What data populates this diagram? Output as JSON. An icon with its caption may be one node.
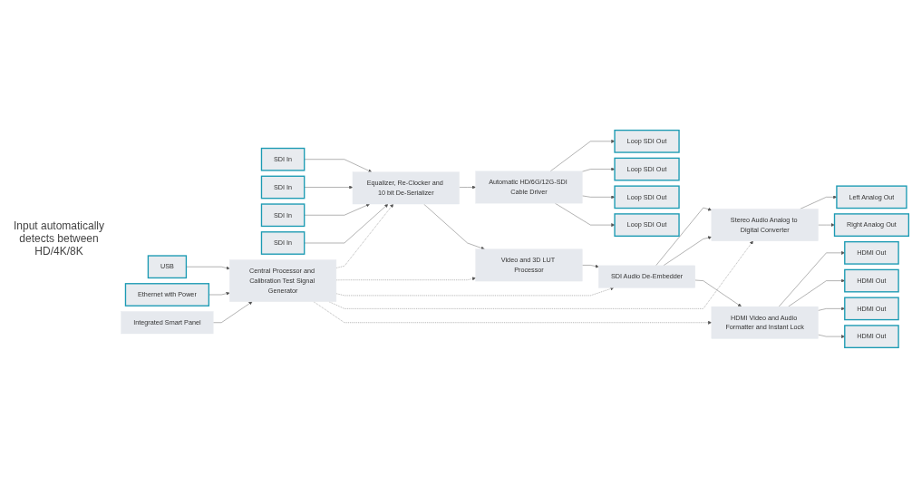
{
  "diagram": {
    "nodes": [
      {
        "text": [
          "SDI In"
        ]
      },
      {
        "text": [
          "SDI In"
        ]
      },
      {
        "text": [
          "SDI In"
        ]
      },
      {
        "text": [
          "SDI In"
        ]
      },
      {
        "text": [
          "Equalizer, Re-Clocker and 10 bit De-Serializer"
        ]
      },
      {
        "text": [
          "USB"
        ]
      },
      {
        "text": [
          "Ethernet with Power"
        ]
      },
      {
        "text": [
          "Central Processor and Calibration Test Signal Generator"
        ]
      },
      {
        "text": [
          "Integrated Smart Panel"
        ]
      },
      {
        "text": [
          "Video and 3D LUT Processor"
        ]
      },
      {
        "text": [
          "SDI Audio De-Embedder"
        ]
      },
      {
        "text": [
          "Automatic HD/6G/12G-SDI Cable Driver"
        ]
      },
      {
        "text": [
          "Stereo Audio Analog to Digital Converter"
        ]
      },
      {
        "text": [
          "HDMI Video and Audio Formatter and Instant Lock"
        ]
      },
      {
        "text": [
          "Loop SDI Out"
        ]
      },
      {
        "text": [
          "Loop SDI Out"
        ]
      },
      {
        "text": [
          "Loop SDI Out"
        ]
      },
      {
        "text": [
          "Loop SDI Out"
        ]
      },
      {
        "text": [
          "Left Analog Out"
        ]
      },
      {
        "text": [
          "Right Analog Out"
        ]
      },
      {
        "text": [
          "HDMI Out"
        ]
      },
      {
        "text": [
          "HDMI Out"
        ]
      },
      {
        "text": [
          "HDMI Out"
        ]
      },
      {
        "text": [
          "HDMI Out"
        ]
      }
    ],
    "edges": [
      {
        "from": 0,
        "to": 4,
        "arrow": "to"
      },
      {
        "from": 1,
        "to": 4,
        "arrow": "to"
      },
      {
        "from": 2,
        "to": 4,
        "arrow": "to"
      },
      {
        "from": 3,
        "to": 4,
        "arrow": "to"
      },
      {
        "from": 4,
        "to": 11,
        "arrow": "to"
      },
      {
        "from": 4,
        "to": 9,
        "arrow": "to"
      },
      {
        "from": 7,
        "to": 4,
        "arrow": "to",
        "style": "dashed"
      },
      {
        "from": 5,
        "to": 7,
        "arrow": "to"
      },
      {
        "from": 6,
        "to": 7,
        "arrow": "to"
      },
      {
        "from": 8,
        "to": 7,
        "arrow": "to"
      },
      {
        "from": 7,
        "to": 9,
        "arrow": "to",
        "style": "dashed"
      },
      {
        "from": 7,
        "to": 10,
        "arrow": "to",
        "style": "dashed"
      },
      {
        "from": 7,
        "to": 12,
        "arrow": "to",
        "style": "dashed"
      },
      {
        "from": 7,
        "to": 13,
        "arrow": "to",
        "style": "dashed"
      },
      {
        "from": 9,
        "to": 10,
        "arrow": "to"
      },
      {
        "from": 10,
        "to": 12,
        "arrow": "to"
      },
      {
        "from": 10,
        "to": 12,
        "arrow": "to"
      },
      {
        "from": 10,
        "to": 13,
        "arrow": "to"
      },
      {
        "from": 11,
        "to": 14,
        "arrow": "to"
      },
      {
        "from": 11,
        "to": 15,
        "arrow": "to"
      },
      {
        "from": 11,
        "to": 16,
        "arrow": "to"
      },
      {
        "from": 11,
        "to": 17,
        "arrow": "to"
      },
      {
        "from": 12,
        "to": 18,
        "arrow": "to"
      },
      {
        "from": 12,
        "to": 19,
        "arrow": "to"
      },
      {
        "from": 13,
        "to": 20,
        "arrow": "to"
      },
      {
        "from": 13,
        "to": 21,
        "arrow": "to"
      },
      {
        "from": 13,
        "to": 22,
        "arrow": "to"
      },
      {
        "from": 13,
        "to": 23,
        "arrow": "to"
      }
    ],
    "labels": [
      "Input automatically detects between HD/4K/8K"
    ]
  }
}
